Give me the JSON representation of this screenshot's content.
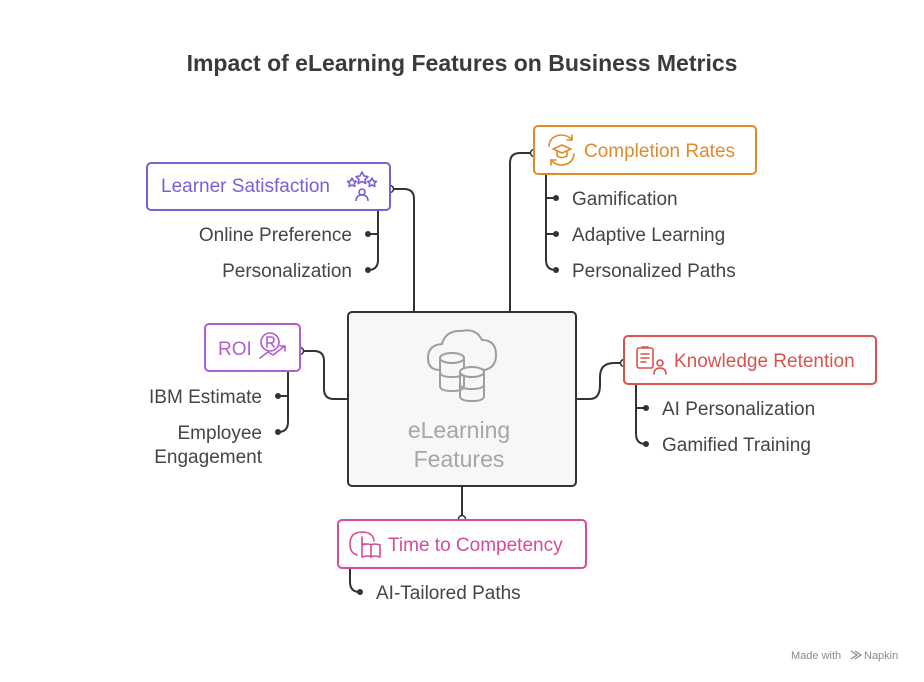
{
  "title": "Impact of eLearning Features on Business Metrics",
  "center": {
    "line1": "eLearning",
    "line2": "Features",
    "icon": "cloud-database-icon"
  },
  "topics": {
    "learner_satisfaction": {
      "label": "Learner Satisfaction",
      "color": "#7b5fd6",
      "icon": "award-stars-icon",
      "items": [
        "Online Preference",
        "Personalization"
      ]
    },
    "completion_rates": {
      "label": "Completion Rates",
      "color": "#e08a2c",
      "icon": "graduation-cap-cycle-icon",
      "items": [
        "Gamification",
        "Adaptive Learning",
        "Personalized Paths"
      ]
    },
    "roi": {
      "label": "ROI",
      "color": "#b45dd3",
      "icon": "rupee-growth-icon",
      "items": [
        "IBM Estimate",
        "Employee",
        "Engagement"
      ]
    },
    "knowledge_retention": {
      "label": "Knowledge Retention",
      "color": "#d9534f",
      "icon": "clipboard-person-icon",
      "items": [
        "AI Personalization",
        "Gamified Training"
      ]
    },
    "time_to_competency": {
      "label": "Time to Competency",
      "color": "#d64b9a",
      "icon": "clock-book-icon",
      "items": [
        "AI-Tailored Paths"
      ]
    }
  },
  "footer": {
    "made_with": "Made with",
    "brand": "Napkin"
  }
}
